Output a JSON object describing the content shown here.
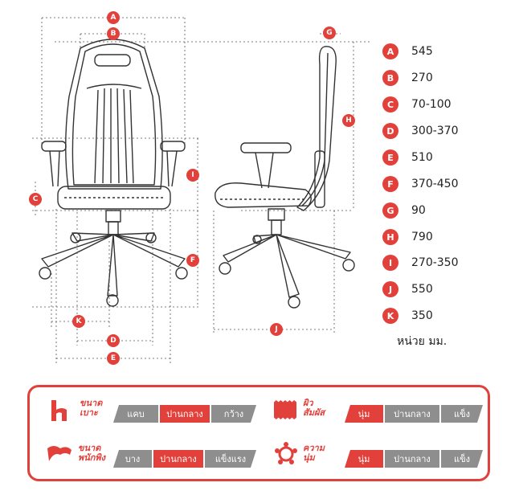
{
  "dimensions": [
    {
      "letter": "A",
      "value": "545"
    },
    {
      "letter": "B",
      "value": "270"
    },
    {
      "letter": "C",
      "value": "70-100"
    },
    {
      "letter": "D",
      "value": "300-370"
    },
    {
      "letter": "E",
      "value": "510"
    },
    {
      "letter": "F",
      "value": "370-450"
    },
    {
      "letter": "G",
      "value": "90"
    },
    {
      "letter": "H",
      "value": "790"
    },
    {
      "letter": "I",
      "value": "270-350"
    },
    {
      "letter": "J",
      "value": "550"
    },
    {
      "letter": "K",
      "value": "350"
    }
  ],
  "unit": "หน่วย มม.",
  "ratings": {
    "seat_size": {
      "label_line1": "ขนาด",
      "label_line2": "เบาะ",
      "options": [
        "แคบ",
        "ปานกลาง",
        "กว้าง"
      ],
      "selected": "ปานกลาง"
    },
    "surface": {
      "label_line1": "ผิว",
      "label_line2": "สัมผัส",
      "options": [
        "นุ่ม",
        "ปานกลาง",
        "แข็ง"
      ],
      "selected": "นุ่ม"
    },
    "backrest_size": {
      "label_line1": "ขนาด",
      "label_line2": "พนักพิง",
      "options": [
        "บาง",
        "ปานกลาง",
        "แข็งแรง"
      ],
      "selected": "ปานกลาง"
    },
    "softness": {
      "label_line1": "ความ",
      "label_line2": "นุ่ม",
      "options": [
        "นุ่ม",
        "ปานกลาง",
        "แข็ง"
      ],
      "selected": "นุ่ม"
    }
  },
  "colors": {
    "accent": "#e2403a",
    "segment": "#8e8e8e",
    "line": "#333333"
  }
}
